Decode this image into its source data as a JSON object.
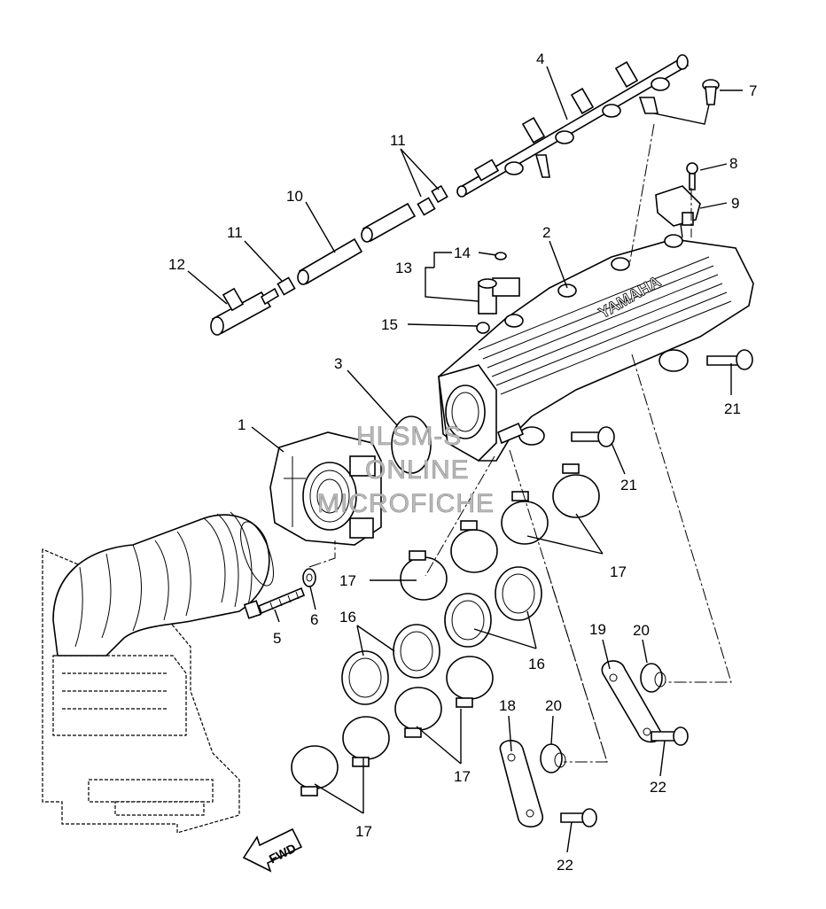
{
  "callouts": {
    "c1": "1",
    "c2": "2",
    "c3": "3",
    "c4": "4",
    "c5": "5",
    "c6": "6",
    "c7": "7",
    "c8": "8",
    "c9": "9",
    "c10": "10",
    "c11a": "11",
    "c11b": "11",
    "c12": "12",
    "c13": "13",
    "c14": "14",
    "c15": "15",
    "c16a": "16",
    "c16b": "16",
    "c17a": "17",
    "c17b": "17",
    "c17c": "17",
    "c17d": "17",
    "c18": "18",
    "c19": "19",
    "c20a": "20",
    "c20b": "20",
    "c21a": "21",
    "c21b": "21",
    "c22a": "22",
    "c22b": "22"
  },
  "stamp_text": "YAMAHA",
  "forward_arrow": "FWD",
  "watermark": {
    "line1": "HLSM-S",
    "line2": "ONLINE",
    "line3": "MICROFICHE"
  }
}
